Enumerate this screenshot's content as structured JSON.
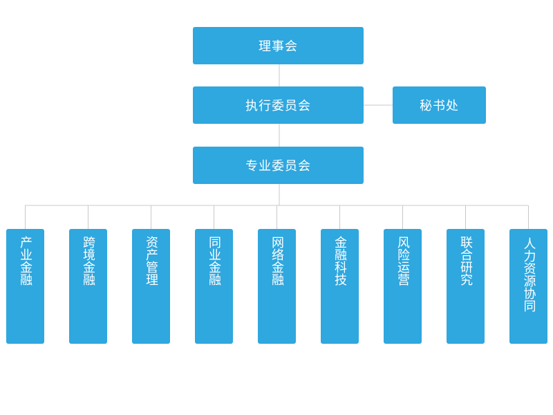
{
  "root": {
    "label": "理事会"
  },
  "executive": {
    "label": "执行委员会"
  },
  "secretariat": {
    "label": "秘书处"
  },
  "specialized": {
    "label": "专业委员会"
  },
  "departments": [
    {
      "label": "产业金融"
    },
    {
      "label": "跨境金融"
    },
    {
      "label": "资产管理"
    },
    {
      "label": "同业金融"
    },
    {
      "label": "网络金融"
    },
    {
      "label": "金融科技"
    },
    {
      "label": "风险运营"
    },
    {
      "label": "联合研究"
    },
    {
      "label": "人力资源协同"
    }
  ],
  "colors": {
    "box": "#2fa7df",
    "line": "#c8c8c8",
    "text": "#ffffff"
  }
}
